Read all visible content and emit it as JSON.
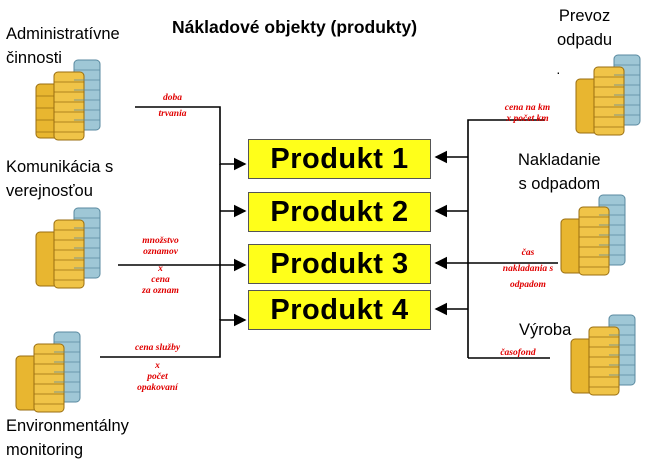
{
  "title": "Nákladové objekty (produkty)",
  "sources_left": [
    {
      "line1": "Administratívne",
      "line2": "činnosti"
    },
    {
      "line1": "Komunikácia s",
      "line2": "verejnosťou"
    },
    {
      "line1": "Environmentálny",
      "line2": "monitoring"
    }
  ],
  "sources_right": [
    {
      "line1": "Prevoz",
      "line2": "odpadu"
    },
    {
      "line1": "Nakladanie",
      "line2": "s odpadom"
    },
    {
      "line1": "Výroba",
      "line2": ""
    }
  ],
  "drivers_left": [
    {
      "line1": "doba",
      "line2": "trvania"
    },
    {
      "line1": "množstvo",
      "line2": "oznamov",
      "line3": "x",
      "line4": "cena",
      "line5": "za oznam"
    },
    {
      "line1": "cena služby",
      "line2": "x",
      "line3": "počet",
      "line4": "opakovaní"
    }
  ],
  "drivers_right": [
    {
      "line1": "cena na km",
      "line2": "x počet km"
    },
    {
      "line1": "čas",
      "line2": "nakladania s",
      "line3": "odpadom"
    },
    {
      "line1": "časofond",
      "line2": ""
    }
  ],
  "products": [
    "Produkt 1",
    "Produkt 2",
    "Produkt 3",
    "Produkt 4"
  ],
  "stray_mark": "·",
  "colors": {
    "product_fill": "#ffff1a",
    "driver_text": "#e00000",
    "coin_gold": "#e8b630",
    "coin_blue": "#9fc7d6"
  }
}
